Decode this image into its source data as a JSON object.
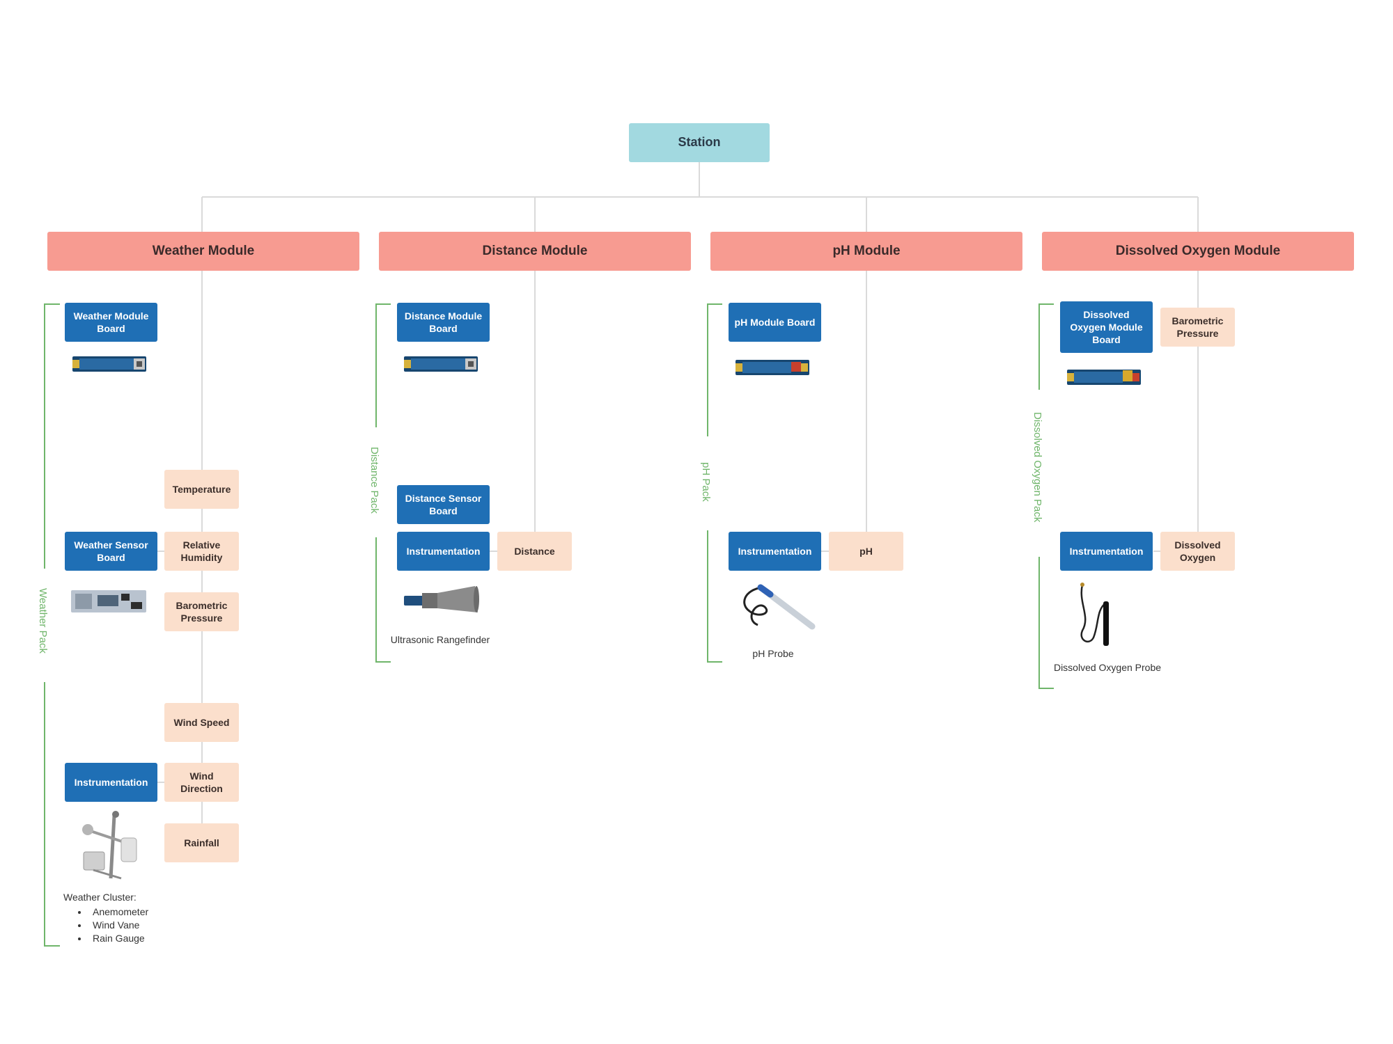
{
  "root": {
    "label": "Station"
  },
  "modules": [
    {
      "label": "Weather Module"
    },
    {
      "label": "Distance Module"
    },
    {
      "label": "pH Module"
    },
    {
      "label": "Dissolved Oxygen Module"
    }
  ],
  "weather": {
    "board": "Weather Module Board",
    "sensor_board": "Weather Sensor Board",
    "instrumentation": "Instrumentation",
    "measurements": [
      "Temperature",
      "Relative Humidity",
      "Barometric Pressure",
      "Wind Speed",
      "Wind Direction",
      "Rainfall"
    ],
    "pack": "Weather Pack",
    "cluster_title": "Weather Cluster:",
    "cluster_items": [
      "Anemometer",
      "Wind Vane",
      "Rain Gauge"
    ]
  },
  "distance": {
    "board": "Distance Module Board",
    "sensor_board": "Distance Sensor Board",
    "instrumentation": "Instrumentation",
    "measurement": "Distance",
    "pack": "Distance Pack",
    "caption": "Ultrasonic Rangefinder"
  },
  "ph": {
    "board": "pH Module Board",
    "instrumentation": "Instrumentation",
    "measurement": "pH",
    "pack": "pH Pack",
    "caption": "pH Probe"
  },
  "do": {
    "board": "Dissolved Oxygen Module Board",
    "barometric": "Barometric Pressure",
    "instrumentation": "Instrumentation",
    "measurement": "Dissolved Oxygen",
    "pack": "Dissolved Oxygen Pack",
    "caption": "Dissolved Oxygen Probe"
  },
  "colors": {
    "root": "#a2d9e0",
    "module": "#f79b91",
    "board": "#1f6fb5",
    "measurement": "#fbdfcc",
    "pack_bracket": "#6fb56a",
    "connector": "#d9d9d9"
  }
}
